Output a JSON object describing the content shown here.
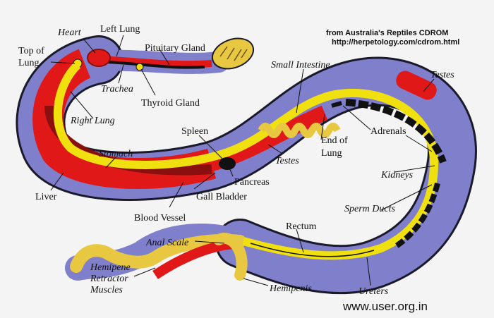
{
  "credit": {
    "line1": "from Australia's Reptiles CDROM",
    "line2": "http://herpetology.com/cdrom.html"
  },
  "watermark": "www.user.org.in",
  "labels": {
    "heart": "Heart",
    "left_lung": "Left Lung",
    "pituitary_gland": "Pituitary Gland",
    "top_of_lung_1": "Top of",
    "top_of_lung_2": "Lung",
    "trachea": "Trachea",
    "thyroid_gland": "Thyroid Gland",
    "right_lung": "Right Lung",
    "stomach": "Stomach",
    "liver": "Liver",
    "spleen": "Spleen",
    "pancreas": "Pancreas",
    "gall_bladder": "Gall Bladder",
    "blood_vessel": "Blood Vessel",
    "small_intestine": "Small Intestine",
    "end_of_lung_1": "End of",
    "end_of_lung_2": "Lung",
    "testes_mid": "Testes",
    "testes_top": "Testes",
    "adrenals": "Adrenals",
    "kidneys": "Kidneys",
    "sperm_ducts": "Sperm Ducts",
    "rectum": "Rectum",
    "anal_scale": "Anal Scale",
    "hemipene_1": "Hemipene",
    "hemipene_2": "Retractor",
    "hemipene_3": "Muscles",
    "hemipenis": "Hemipenis",
    "ureters": "Ureters"
  },
  "colors": {
    "body": "#7f7fcc",
    "outline": "#1a1a2a",
    "red": "#e01818",
    "dark_red": "#8a1010",
    "yellow": "#f0e010",
    "black": "#111111",
    "head": "#e8c840"
  }
}
